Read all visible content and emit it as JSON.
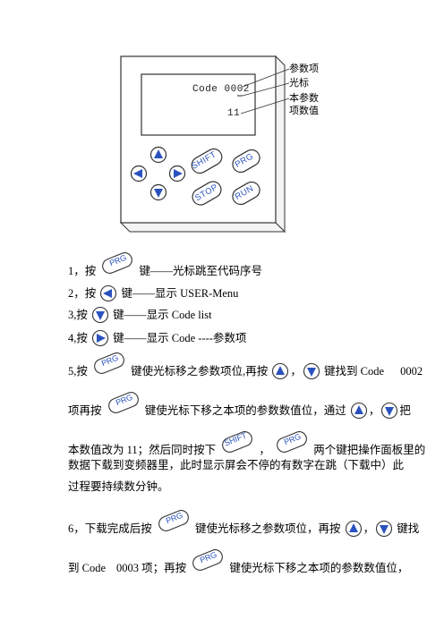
{
  "device": {
    "lcd_code": "Code 0002",
    "lcd_value": "11",
    "buttons": {
      "shift": "SHIFT",
      "prg": "PRG",
      "stop": "STOP",
      "run": "RUN"
    },
    "callouts": {
      "param_item": "参数项",
      "cursor": "光标",
      "param_value_line1": "本参数",
      "param_value_line2": "项数值"
    }
  },
  "icons": {
    "prg_label": "PRG",
    "shift_label": "SHIFT"
  },
  "steps": {
    "s1_prefix": "1，按",
    "s1_text": "键——光标跳至代码序号",
    "s2_prefix": "2，按",
    "s2_text": "键——显示 USER-Menu",
    "s3_prefix": "3,按",
    "s3_text": "键——显示 Code list",
    "s4_prefix": "4,按",
    "s4_text": "键——显示 Code ----参数项",
    "s5_prefix": "5,按",
    "s5_a": "键使光标移之参数项位,再按",
    "s5_comma": "，",
    "s5_b": "键找到 Code",
    "s5_code": "0002",
    "s5_l2_a": "项再按",
    "s5_l2_b": "键使光标下移之本项的参数数值位，通过",
    "s5_l2_comma": "，",
    "s5_l2_c": "把",
    "s5_l3_a": "本数值改为 11；然后同时按下",
    "s5_l3_comma": "，",
    "s5_l3_b": "两个键把操作面板里的",
    "s5_l4": "数据下载到变频器里，此时显示屏会不停的有数字在跳（下载中）此",
    "s5_l5": "过程要持续数分钟。",
    "s6_prefix": "6，下载完成后按",
    "s6_a": "键使光标移之参数项位，再按",
    "s6_comma": "，",
    "s6_b": "键找",
    "s6_l2_a": "到 Code",
    "s6_l2_code": "0003 项；再按",
    "s6_l2_b": "键使光标下移之本项的参数数值位，"
  }
}
